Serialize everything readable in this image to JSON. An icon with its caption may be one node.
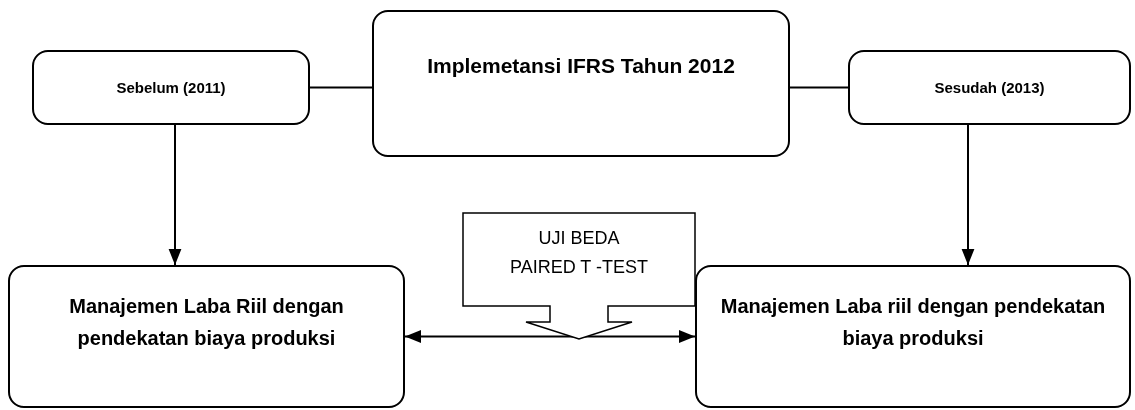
{
  "diagram": {
    "nodes": [
      {
        "text": [
          "Sebelum (2011)"
        ]
      },
      {
        "text": [
          "Implemetansi IFRS Tahun 2012"
        ]
      },
      {
        "text": [
          "Sesudah (2013)"
        ]
      },
      {
        "text": [
          "Manajemen Laba Riil dengan pendekatan biaya produksi"
        ]
      },
      {
        "text": [
          "UJI BEDA PAIRED T -TEST"
        ]
      },
      {
        "text": [
          "Manajemen Laba riil dengan pendekatan biaya produksi"
        ]
      }
    ],
    "edges": [
      {
        "from": 0,
        "to": 1,
        "arrow": "none"
      },
      {
        "from": 1,
        "to": 2,
        "arrow": "none"
      },
      {
        "from": 0,
        "to": 3,
        "arrow": "to"
      },
      {
        "from": 2,
        "to": 5,
        "arrow": "to"
      },
      {
        "from": 3,
        "to": 5,
        "arrow": "both"
      }
    ]
  }
}
